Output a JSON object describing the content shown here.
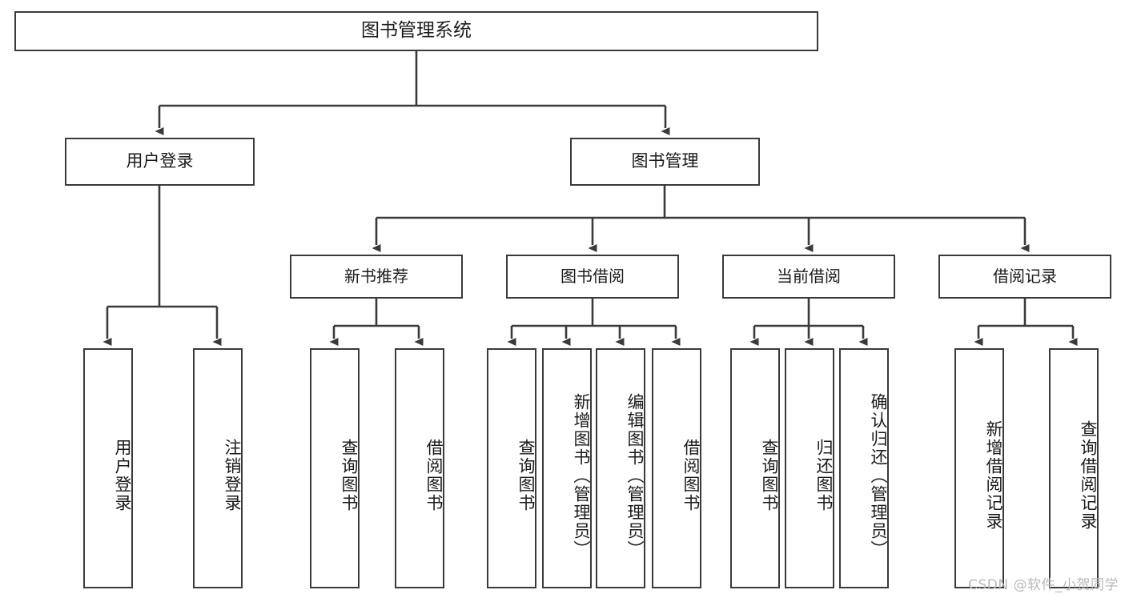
{
  "diagram": {
    "title": "图书管理系统",
    "type": "hierarchy-tree",
    "root": {
      "label": "图书管理系统"
    },
    "level2": [
      {
        "label": "用户登录"
      },
      {
        "label": "图书管理"
      }
    ],
    "level3": [
      {
        "label": "新书推荐"
      },
      {
        "label": "图书借阅"
      },
      {
        "label": "当前借阅"
      },
      {
        "label": "借阅记录"
      }
    ],
    "leaves": [
      {
        "label": "用户登录",
        "parent": "用户登录"
      },
      {
        "label": "注销登录",
        "parent": "用户登录"
      },
      {
        "label": "查询图书",
        "parent": "新书推荐"
      },
      {
        "label": "借阅图书",
        "parent": "新书推荐"
      },
      {
        "label": "查询图书",
        "parent": "图书借阅"
      },
      {
        "label": "新增图书（管理员）",
        "parent": "图书借阅"
      },
      {
        "label": "编辑图书（管理员）",
        "parent": "图书借阅"
      },
      {
        "label": "借阅图书",
        "parent": "图书借阅"
      },
      {
        "label": "查询图书",
        "parent": "当前借阅"
      },
      {
        "label": "归还图书",
        "parent": "当前借阅"
      },
      {
        "label": "确认归还（管理员）",
        "parent": "当前借阅"
      },
      {
        "label": "新增借阅记录",
        "parent": "借阅记录"
      },
      {
        "label": "查询借阅记录",
        "parent": "借阅记录"
      }
    ]
  },
  "watermark": {
    "text": "CSDN @软件_小贺同学"
  },
  "colors": {
    "border": "#3a3a3a",
    "text": "#1b1b1b",
    "background": "#ffffff",
    "watermark": "#b9b9b9"
  }
}
